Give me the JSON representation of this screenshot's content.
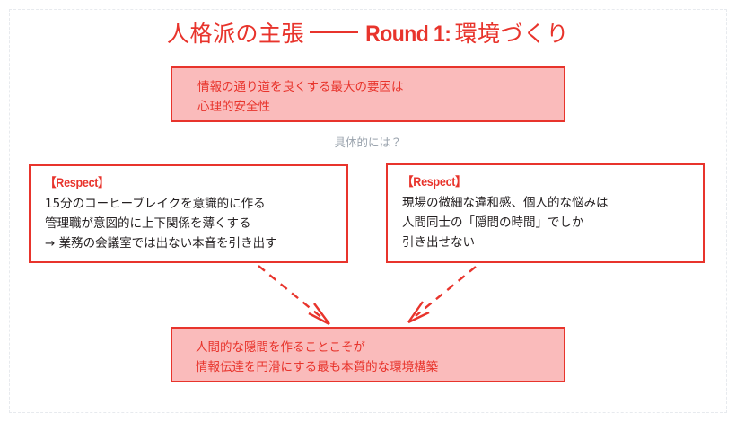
{
  "slide": {
    "title_jp_lead": "人格派の主張",
    "title_dash": "——",
    "title_round": "Round 1:",
    "title_jp_tail": "環境づくり",
    "accent_color": "#e8342c",
    "fill_color": "#fabbbb",
    "muted_color": "#9aa3ad",
    "frame_color": "#e7eaee",
    "body_text_color": "#231f20"
  },
  "premise_box": {
    "name": "premise",
    "text": "情報の通り道を良くする最大の要因は\n心理的安全性"
  },
  "connector": {
    "label": "具体的には？"
  },
  "evidence_boxes": [
    {
      "name": "respect-left",
      "tag": "【Respect】",
      "text": "15分のコーヒーブレイクを意識的に作る\n管理職が意図的に上下関係を薄くする\n→ 業務の会議室では出ない本音を引き出す"
    },
    {
      "name": "respect-right",
      "tag": "【Respect】",
      "text": "現場の微細な違和感、個人的な悩みは\n人間同士の「隠間の時間」でしか\n引き出せない"
    }
  ],
  "conclusion_box": {
    "name": "conclusion",
    "text": "人間的な隠間を作ることこそが\n情報伝達を円滑にする最も本質的な環境構築"
  },
  "arrows": [
    {
      "name": "arrow-left-to-conclusion",
      "direction": "down-right"
    },
    {
      "name": "arrow-right-to-conclusion",
      "direction": "down-left"
    }
  ]
}
